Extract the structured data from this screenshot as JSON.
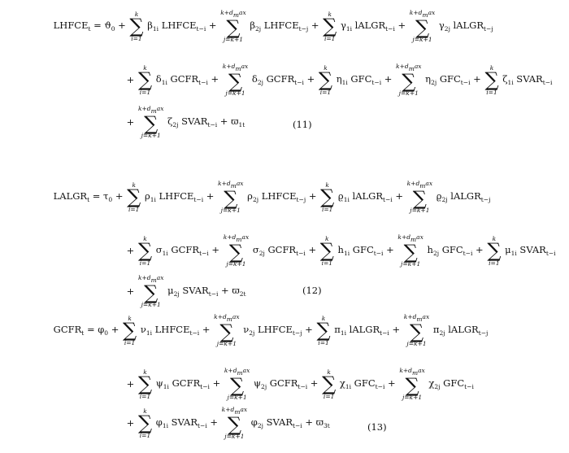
{
  "equations": [
    {
      "number": "(11)",
      "lines": [
        [
          "LHFCE_t = ϑ_0 +",
          "Σ[i=1..k]",
          "β_{1i} LHFCE_{t−i} +",
          "Σ[j=k+1..k+d_max]",
          "β_{2j} LHFCE_{t−j} +",
          "Σ[i=1..k]",
          "γ_{1i} lALGR_{t−i} +",
          "Σ[j=k+1..k+d_max]",
          "γ_{2j} lALGR_{t−j}"
        ],
        [
          "+",
          "Σ[i=1..k]",
          "δ_{1i} GCFR_{t−i} +",
          "Σ[j=k+1..k+d_max]",
          "δ_{2j} GCFR_{t−i} +",
          "Σ[i=1..k]",
          "η_{1i} GFC_{t−i} +",
          "Σ[j=k+1..k+d_max]",
          "η_{2j} GFC_{t−i} +",
          "Σ[i=1..k]",
          "ζ_{1i} SVAR_{t−i}"
        ],
        [
          "+",
          "Σ[j=k+1..k+d_max]",
          "ζ_{2j} SVAR_{t−i} + ϖ_{1t}"
        ]
      ]
    },
    {
      "number": "(12)",
      "lines": [
        [
          "LALGR_t = τ_0 +",
          "Σ[i=1..k]",
          "ρ_{1i} LHFCE_{t−i} +",
          "Σ[j=k+1..k+d_max]",
          "ρ_{2j} LHFCE_{t−j} +",
          "Σ[i=1..k]",
          "ϱ_{1i} lALGR_{t−i} +",
          "Σ[j=k+1..k+d_max]",
          "ϱ_{2j} lALGR_{t−j}"
        ],
        [
          "+",
          "Σ[i=1..k]",
          "σ_{1i} GCFR_{t−i} +",
          "Σ[j=k+1..k+d_max]",
          "σ_{2j} GCFR_{t−i} +",
          "Σ[i=1..k]",
          "h_{1i} GFC_{t−i} +",
          "Σ[j=k+1..k+d_max]",
          "h_{2j} GFC_{t−i} +",
          "Σ[i=1..k]",
          "μ_{1i} SVAR_{t−i}"
        ],
        [
          "+",
          "Σ[j=k+1..k+d_max]",
          "μ_{2j} SVAR_{t−i} + ϖ_{2t}"
        ]
      ]
    },
    {
      "number": "(13)",
      "lines": [
        [
          "GCFR_t = φ_0 +",
          "Σ[i=1..k]",
          "ν_{1i} LHFCE_{t−i} +",
          "Σ[j=k+1..k+d_max]",
          "ν_{2j} LHFCE_{t−j} +",
          "Σ[i=1..k]",
          "π_{1i} lALGR_{t−i} +",
          "Σ[j=k+1..k+d_max]",
          "π_{2j} lALGR_{t−j}"
        ],
        [
          "+",
          "Σ[i=1..k]",
          "ψ_{1i} GCFR_{t−i} +",
          "Σ[j=k+1..k+d_max]",
          "ψ_{2j} GCFR_{t−i} +",
          "Σ[i=1..k]",
          "χ_{1i} GFC_{t−i} +",
          "Σ[j=k+1..k+d_max]",
          "χ_{2j} GFC_{t−i}"
        ],
        [
          "+",
          "Σ[i=1..k]",
          "φ_{1i} SVAR_{t−i} +",
          "Σ[j=k+1..k+d_max]",
          "φ_{2j} SVAR_{t−i} + ϖ_{3t}"
        ]
      ]
    }
  ]
}
